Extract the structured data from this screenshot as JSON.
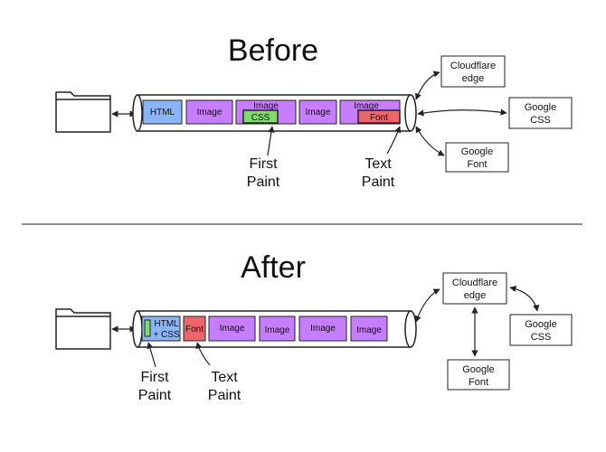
{
  "before": {
    "title": "Before",
    "segments": {
      "html": "HTML",
      "image1": "Image",
      "image2": "Image",
      "css": "CSS",
      "image3": "Image",
      "image4": "Image",
      "font": "Font"
    },
    "servers": {
      "cloudflare": [
        "Cloudflare",
        "edge"
      ],
      "google_css": [
        "Google",
        "CSS"
      ],
      "google_font": [
        "Google",
        "Font"
      ]
    },
    "annotations": {
      "first_paint": [
        "First",
        "Paint"
      ],
      "text_paint": [
        "Text",
        "Paint"
      ]
    }
  },
  "after": {
    "title": "After",
    "segments": {
      "html_css": [
        "HTML",
        "+ CSS"
      ],
      "font": "Font",
      "image1": "Image",
      "image2": "Image",
      "image3": "Image",
      "image4": "Image"
    },
    "servers": {
      "cloudflare": [
        "Cloudflare",
        "edge"
      ],
      "google_css": [
        "Google",
        "CSS"
      ],
      "google_font": [
        "Google",
        "Font"
      ]
    },
    "annotations": {
      "first_paint": [
        "First",
        "Paint"
      ],
      "text_paint": [
        "Text",
        "Paint"
      ]
    }
  },
  "colors": {
    "html": "#8ab4f8",
    "image": "#c77dff",
    "css": "#7ddc6a",
    "font": "#f0646a",
    "line": "#222222"
  }
}
